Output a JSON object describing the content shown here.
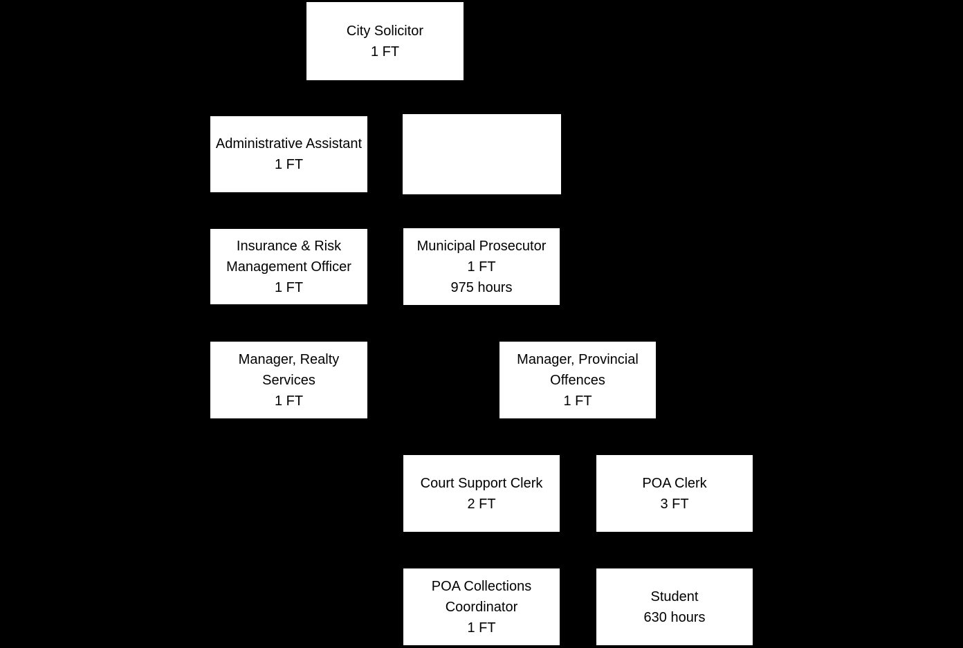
{
  "colors": {
    "background": "#000000",
    "box_fill": "#ffffff",
    "box_text": "#000000"
  },
  "org_chart": {
    "description": "Organization chart, white position boxes on black background, no visible connector lines"
  },
  "boxes": [
    {
      "id": "city-solicitor",
      "title": "City Solicitor",
      "staff": "1 FT"
    },
    {
      "id": "administrative-assistant",
      "title": "Administrative Assistant",
      "staff": "1 FT"
    },
    {
      "id": "blank-box"
    },
    {
      "id": "insurance-risk-management-officer",
      "title": "Insurance & Risk Management Officer",
      "staff": "1 FT"
    },
    {
      "id": "municipal-prosecutor",
      "title": "Municipal Prosecutor",
      "staff": "1 FT",
      "hours": "975 hours"
    },
    {
      "id": "manager-realty-services",
      "title": "Manager, Realty Services",
      "staff": "1 FT"
    },
    {
      "id": "manager-provincial-offences",
      "title": "Manager, Provincial Offences",
      "staff": "1 FT"
    },
    {
      "id": "court-support-clerk",
      "title": "Court Support Clerk",
      "staff": "2 FT"
    },
    {
      "id": "poa-clerk",
      "title": "POA Clerk",
      "staff": "3 FT"
    },
    {
      "id": "poa-collections-coordinator",
      "title": "POA Collections Coordinator",
      "staff": "1 FT"
    },
    {
      "id": "student",
      "title": "Student",
      "hours": "630 hours"
    }
  ]
}
